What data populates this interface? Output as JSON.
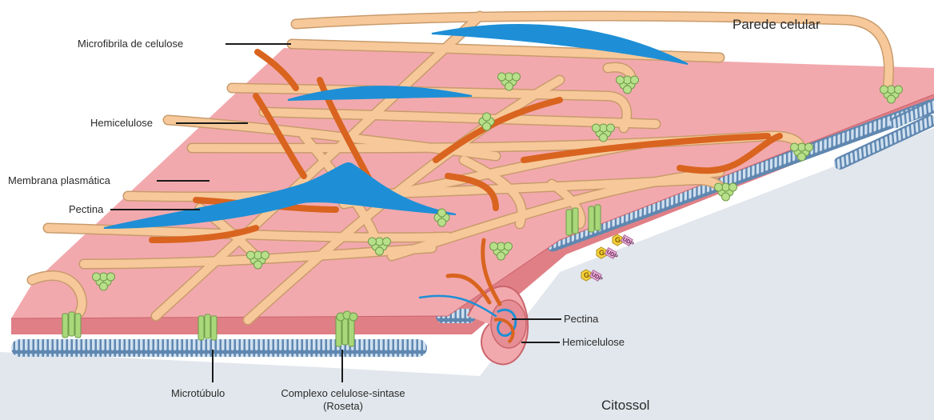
{
  "labels": {
    "parede_celular": "Parede celular",
    "microfibrila": "Microfibrila de celulose",
    "hemicelulose": "Hemicelulose",
    "membrana": "Membrana plasmática",
    "pectina": "Pectina",
    "pectina_vesicula": "Pectina",
    "hemicelulose_vesicula": "Hemicelulose",
    "microtubulo": "Microtúbulo",
    "complexo_linha1": "Complexo celulose-sintase",
    "complexo_linha2": "(Roseta)",
    "citossol": "Citossol"
  },
  "sugar_tags": {
    "glucose": "G",
    "udp": "UDP"
  },
  "colors": {
    "membrane_top": "#f2a9ad",
    "membrane_front": "#e8888e",
    "cellulose": "#f7c99a",
    "hemicellulose": "#d9641f",
    "pectin": "#1e8fd6",
    "rosette": "#b8e08a",
    "microtubule": "#7ea3c8",
    "cytosol": "#e3e8ee"
  }
}
